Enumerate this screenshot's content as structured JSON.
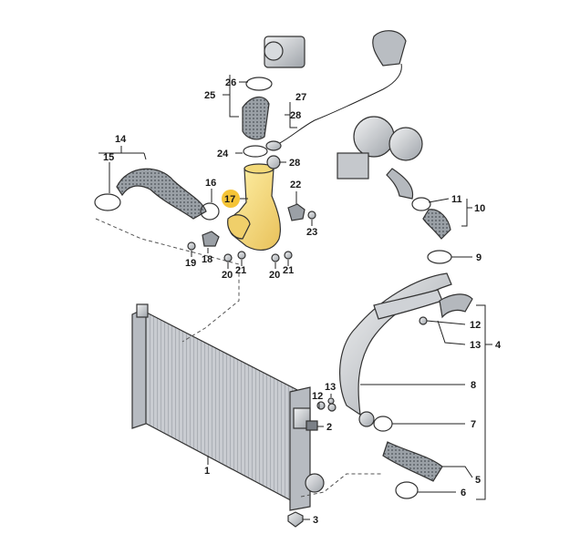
{
  "diagram": {
    "highlight_color": "#f5c437",
    "labels": {
      "l1": "1",
      "l2": "2",
      "l3": "3",
      "l4": "4",
      "l5": "5",
      "l6": "6",
      "l7": "7",
      "l8": "8",
      "l9": "9",
      "l10": "10",
      "l11": "11",
      "l12a": "12",
      "l12b": "12",
      "l13a": "13",
      "l13b": "13",
      "l14": "14",
      "l15": "15",
      "l16": "16",
      "l17": "17",
      "l18": "18",
      "l19": "19",
      "l20a": "20",
      "l20b": "20",
      "l21a": "21",
      "l21b": "21",
      "l22": "22",
      "l23": "23",
      "l24": "24",
      "l25": "25",
      "l26": "26",
      "l27": "27",
      "l28a": "28",
      "l28b": "28"
    }
  }
}
